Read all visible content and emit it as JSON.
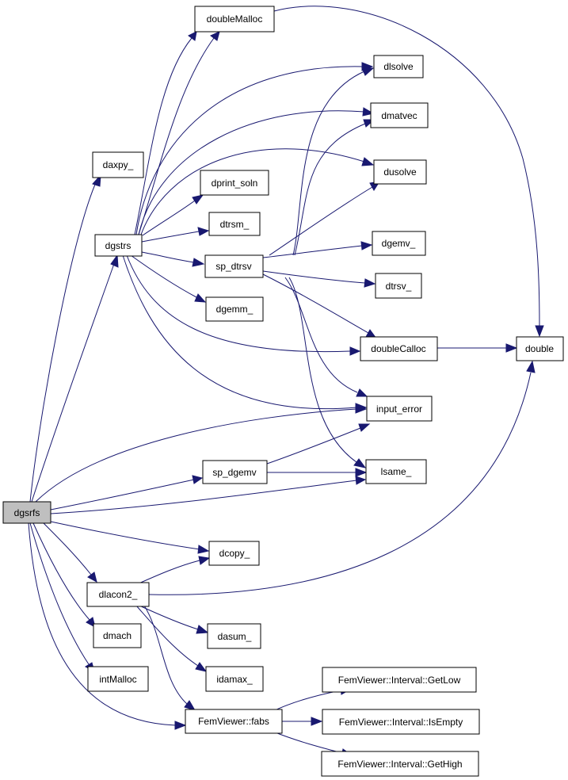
{
  "graph": {
    "root": "dgsrfs",
    "colors": {
      "edge": "#191970",
      "root_fill": "#bfbfbf",
      "node_fill": "#ffffff"
    },
    "nodes": {
      "doubleMalloc": "doubleMalloc",
      "daxpy": "daxpy_",
      "dgstrs": "dgstrs",
      "dlsolve": "dlsolve",
      "dmatvec": "dmatvec",
      "dusolve": "dusolve",
      "dprint_soln": "dprint_soln",
      "dtrsm": "dtrsm_",
      "sp_dtrsv": "sp_dtrsv",
      "dgemv": "dgemv_",
      "dtrsv": "dtrsv_",
      "dgemm": "dgemm_",
      "doubleCalloc": "doubleCalloc",
      "double": "double",
      "input_error": "input_error",
      "sp_dgemv": "sp_dgemv",
      "lsame": "lsame_",
      "dgsrfs": "dgsrfs",
      "dcopy": "dcopy_",
      "dlacon2": "dlacon2_",
      "dmach": "dmach",
      "dasum": "dasum_",
      "intMalloc": "intMalloc",
      "idamax": "idamax_",
      "fabs": "FemViewer::fabs",
      "getlow": "FemViewer::Interval::GetLow",
      "isempty": "FemViewer::Interval::IsEmpty",
      "gethigh": "FemViewer::Interval::GetHigh"
    }
  }
}
